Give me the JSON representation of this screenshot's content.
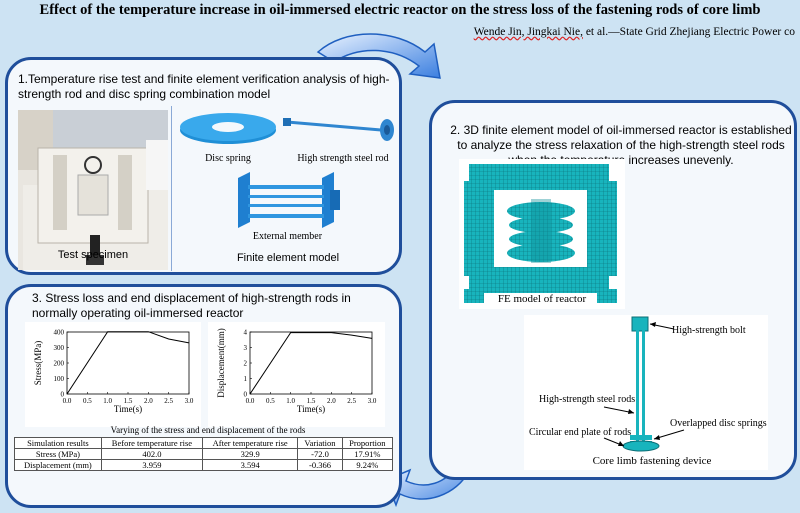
{
  "header": {
    "title": "Effect of the temperature increase in oil-immersed electric reactor on the stress loss of the fastening rods of core limb",
    "authors_underlined": "Wende Jin, Jingkai Nie,",
    "authors_rest": " et al.—State Grid Zhejiang Electric Power co"
  },
  "panel1": {
    "title": "1.Temperature rise test and finite element verification analysis of high-strength rod and disc spring combination model",
    "caption_specimen": "Test specimen",
    "caption_fe": "Finite element model",
    "label_disc": "Disc spring",
    "label_rod": "High strength steel rod",
    "label_external": "External member"
  },
  "panel2": {
    "title": "2. 3D finite element model of oil-immersed reactor is established to analyze the stress relaxation of the high-strength steel rods when the temperature increases unevenly.",
    "caption_fe_reactor": "FE model of reactor",
    "label_bolt": "High-strength bolt",
    "label_rods": "High-strength steel rods",
    "label_springs": "Overlapped disc springs",
    "label_plate": "Circular end plate of rods",
    "caption_device": "Core limb fastening device"
  },
  "panel3": {
    "title": "3. Stress loss and end displacement of high-strength rods in normally operating oil-immersed reactor",
    "table_caption": "Varying of the stress and end displacement of the rods",
    "table": {
      "headers": [
        "Simulation results",
        "Before temperature rise",
        "After temperature rise",
        "Variation",
        "Proportion"
      ],
      "rows": [
        [
          "Stress (MPa)",
          "402.0",
          "329.9",
          "-72.0",
          "17.91%"
        ],
        [
          "Displacement (mm)",
          "3.959",
          "3.594",
          "-0.366",
          "9.24%"
        ]
      ]
    }
  },
  "chart_data": [
    {
      "type": "line",
      "xlabel": "Time(s)",
      "ylabel": "Stress(MPa)",
      "xlim": [
        0,
        3.0
      ],
      "ylim": [
        0,
        400
      ],
      "xticks": [
        "0.0",
        "0.5",
        "1.0",
        "1.5",
        "2.0",
        "2.5",
        "3.0"
      ],
      "yticks": [
        "0",
        "100",
        "200",
        "300",
        "400"
      ],
      "x": [
        0,
        1.0,
        2.0,
        2.5,
        3.0
      ],
      "y": [
        0,
        402,
        402,
        355,
        330
      ]
    },
    {
      "type": "line",
      "xlabel": "Time(s)",
      "ylabel": "Displacement(mm)",
      "xlim": [
        0,
        3.0
      ],
      "ylim": [
        0,
        4
      ],
      "xticks": [
        "0.0",
        "0.5",
        "1.0",
        "1.5",
        "2.0",
        "2.5",
        "3.0"
      ],
      "yticks": [
        "0",
        "1",
        "2",
        "3",
        "4"
      ],
      "x": [
        0,
        1.0,
        2.0,
        2.5,
        3.0
      ],
      "y": [
        0,
        3.96,
        3.96,
        3.8,
        3.59
      ]
    }
  ],
  "colors": {
    "panel_border": "#1f4e9b",
    "arrow": "#2e6fd1",
    "fe_model": "#18b4bd",
    "background": "#cde3f3"
  }
}
